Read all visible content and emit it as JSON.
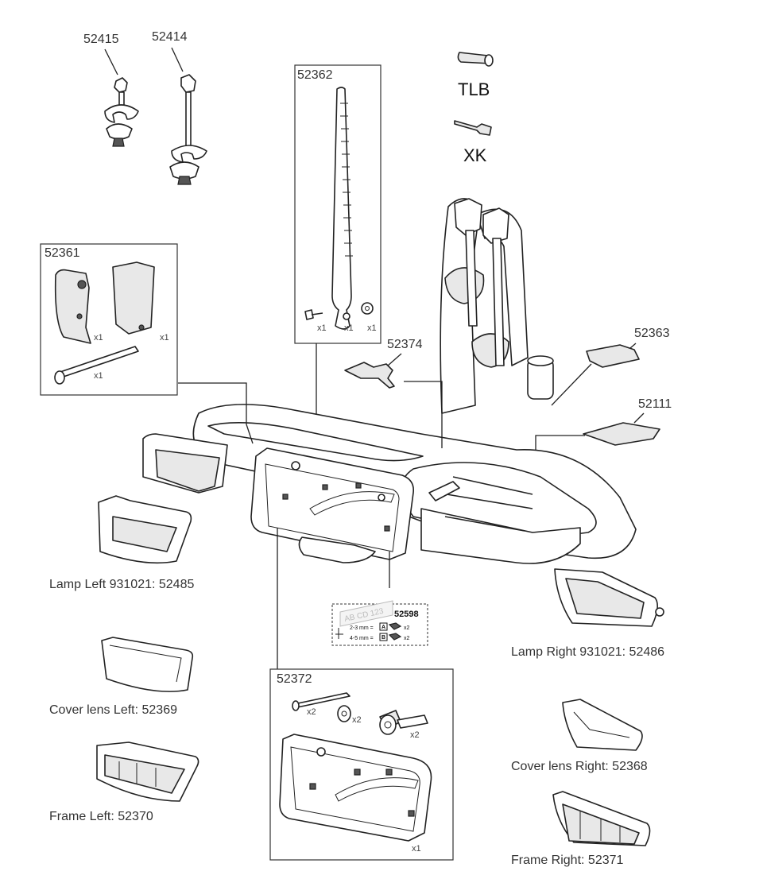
{
  "parts": {
    "p52415": "52415",
    "p52414": "52414",
    "p52362": "52362",
    "p52361": "52361",
    "p52374": "52374",
    "p52363": "52363",
    "p52111": "52111",
    "p52372": "52372",
    "p52598": "52598",
    "tlb": "TLB",
    "xk": "XK"
  },
  "labels": {
    "lamp_left": "Lamp Left 931021: 52485",
    "lamp_right": "Lamp Right 931021: 52486",
    "cover_left": "Cover lens Left: 52369",
    "cover_right": "Cover lens Right: 52368",
    "frame_left": "Frame Left: 52370",
    "frame_right": "Frame Right: 52371"
  },
  "quantities": {
    "x1": "x1",
    "x2": "x2"
  },
  "plate": {
    "text": "AB CD 123",
    "line1_mm": "2-3 mm =",
    "line1_code": "A",
    "line2_mm": "4-5 mm =",
    "line2_code": "B"
  }
}
